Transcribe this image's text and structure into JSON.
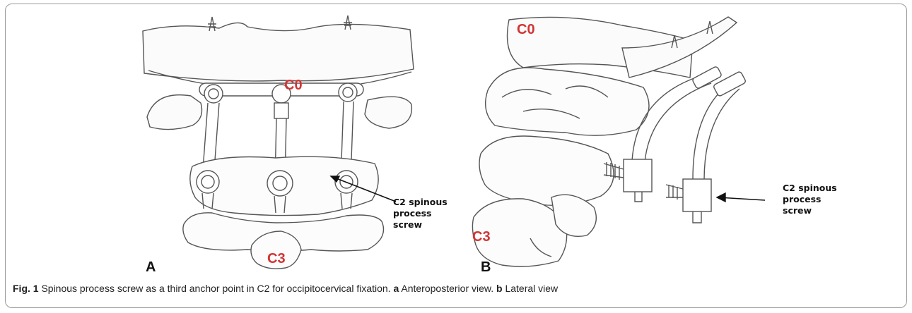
{
  "figure": {
    "panel_a": {
      "letter": "A",
      "labels": {
        "top": "C0",
        "bottom": "C3"
      },
      "annotation": [
        "C2 spinous",
        "process",
        "screw"
      ]
    },
    "panel_b": {
      "letter": "B",
      "labels": {
        "top": "C0",
        "bottom": "C3"
      },
      "annotation": [
        "C2 spinous",
        "process",
        "screw"
      ]
    },
    "colors": {
      "label_red": "#d23434",
      "line_art": "#555555"
    }
  },
  "caption": {
    "fig_label": "Fig. 1",
    "text": " Spinous process screw as a third anchor point in C2 for occipitocervical fixation. ",
    "a_label": "a",
    "a_text": " Anteroposterior view. ",
    "b_label": "b",
    "b_text": " Lateral view"
  }
}
